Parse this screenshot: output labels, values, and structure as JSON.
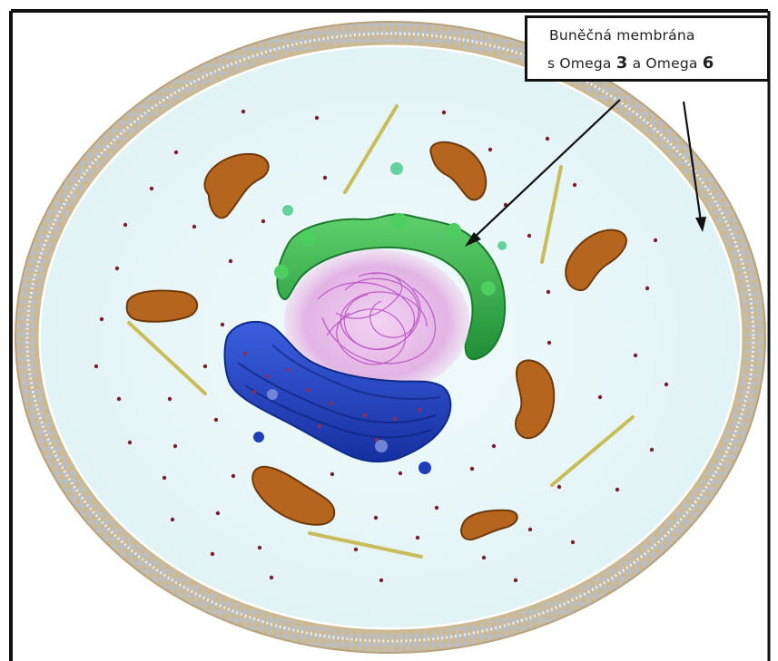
{
  "label": {
    "line1": "Buněčná membrána",
    "line2_prefix": "s Omega ",
    "line2_num1": "3",
    "line2_mid": " a Omega ",
    "line2_num2": "6"
  },
  "colors": {
    "cytoplasm": "#e4f5f7",
    "membrane_heads": "#c9b794",
    "membrane_tails": "#a8a8a8",
    "mitochondria": "#b5651d",
    "nuclear_envelope": "#2fa84a",
    "nucleus": "#e7b8e8",
    "golgi": "#1f3fb8",
    "cytoskeleton": "#c8bd5a",
    "ribosome": "#7a1f2b",
    "arrow": "#111111"
  }
}
